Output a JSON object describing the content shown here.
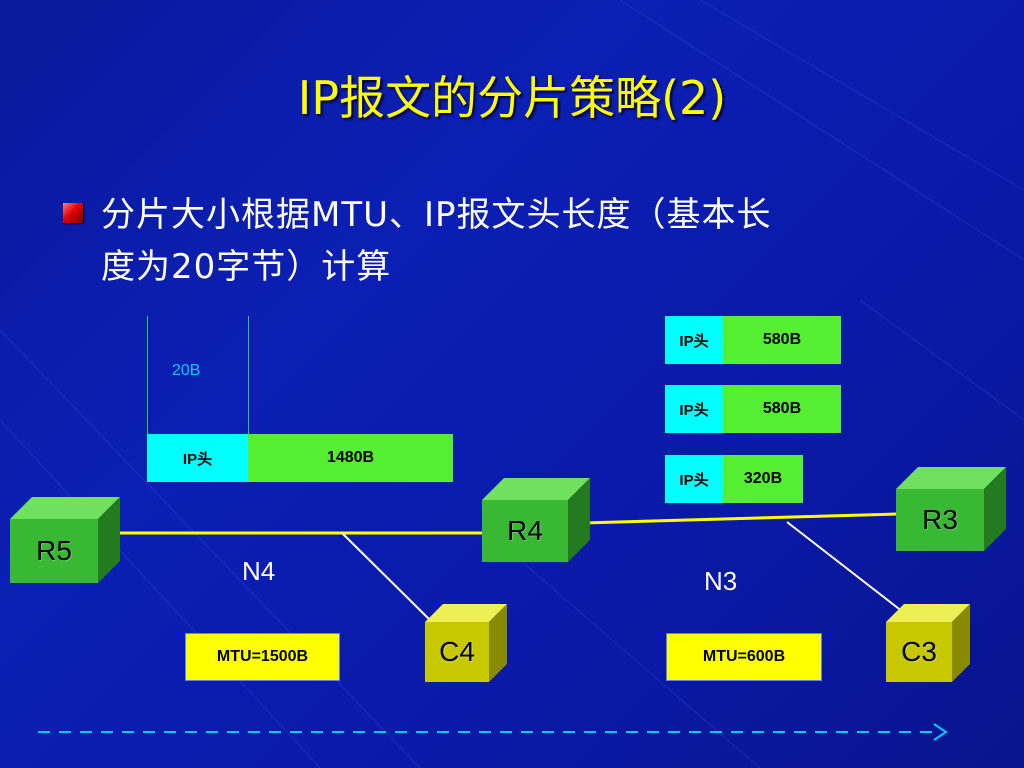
{
  "slide": {
    "title": "IP报文的分片策略(2)",
    "bullet_line1": "分片大小根据MTU、IP报文头长度（基本长",
    "bullet_line2": "度为20字节）计算"
  },
  "diagram": {
    "header_size_label": "20B",
    "original_packet": {
      "header": "IP头",
      "payload": "1480B"
    },
    "fragments": [
      {
        "header": "IP头",
        "payload": "580B"
      },
      {
        "header": "IP头",
        "payload": "580B"
      },
      {
        "header": "IP头",
        "payload": "320B"
      }
    ],
    "nodes": {
      "r5": "R5",
      "r4": "R4",
      "r3": "R3",
      "c4": "C4",
      "c3": "C3"
    },
    "networks": {
      "n4": "N4",
      "n3": "N3"
    },
    "mtu": {
      "n4": "MTU=1500B",
      "n3": "MTU=600B"
    }
  },
  "colors": {
    "title": "#ffff00",
    "header_cell": "#00ffff",
    "payload_cell": "#55ee33",
    "router": "#39b833",
    "host": "#c8c800",
    "link": "#ffff00",
    "flow_arrow": "#00ccff"
  }
}
